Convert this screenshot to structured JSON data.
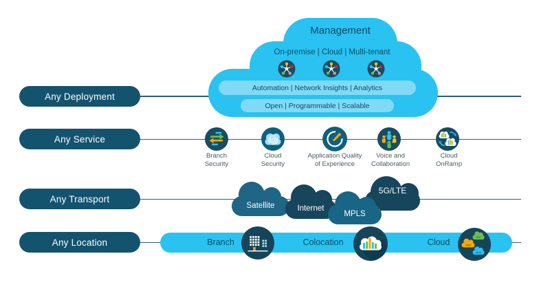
{
  "palette": {
    "light_blue": "#29C2F1",
    "inner_pill_blue": "#80DAF6",
    "row_pill_navy": "#14536E",
    "line_steel": "#2A5D7C",
    "icon_navy": "#174C63",
    "icon_teal": "#0F5F80",
    "transport_dark": "#16455C",
    "transport_mid": "#1E6586",
    "caption_gray": "#4A5963",
    "text_navy": "#0E4B66",
    "orange": "#F7A800",
    "green": "#6CC04A",
    "red": "#E2231A",
    "yellow": "#FFC20A",
    "gray": "#A7ADB2",
    "white": "#FFFFFF"
  },
  "rows": [
    {
      "label": "Any Deployment"
    },
    {
      "label": "Any Service"
    },
    {
      "label": "Any Transport"
    },
    {
      "label": "Any Location"
    }
  ],
  "management_cloud": {
    "title": "Management",
    "subtitle": "On-premise | Cloud | Multi-tenant",
    "capability_pill": "Automation | Network Insights | Analytics",
    "platform_pill": "Open | Programmable | Scalable",
    "node_icon": "network-node-icon"
  },
  "services": [
    {
      "line1": "Branch",
      "line2": "Security",
      "icon": "branch-security-arrows-icon"
    },
    {
      "line1": "Cloud",
      "line2": "Security",
      "icon": "cloud-fingerprint-icon"
    },
    {
      "line1": "Application Quality",
      "line2": "of Experience",
      "icon": "gauge-icon"
    },
    {
      "line1": "Voice and",
      "line2": "Collaboration",
      "icon": "people-collaboration-icon"
    },
    {
      "line1": "Cloud",
      "line2": "OnRamp",
      "icon": "cloud-onramp-icon"
    }
  ],
  "transports": [
    {
      "label": "Satellite"
    },
    {
      "label": "Internet"
    },
    {
      "label": "MPLS"
    },
    {
      "label": "5G/LTE"
    }
  ],
  "locations": {
    "items": [
      {
        "label": "Branch",
        "icon": "building-icon"
      },
      {
        "label": "Colocation",
        "icon": "colocation-cloud-icon"
      },
      {
        "label": "Cloud",
        "icon": "multi-cloud-icon"
      }
    ],
    "cloud_providers": [
      {
        "label": "GCP"
      },
      {
        "label": "AWS"
      },
      {
        "label": "Azure"
      }
    ]
  }
}
